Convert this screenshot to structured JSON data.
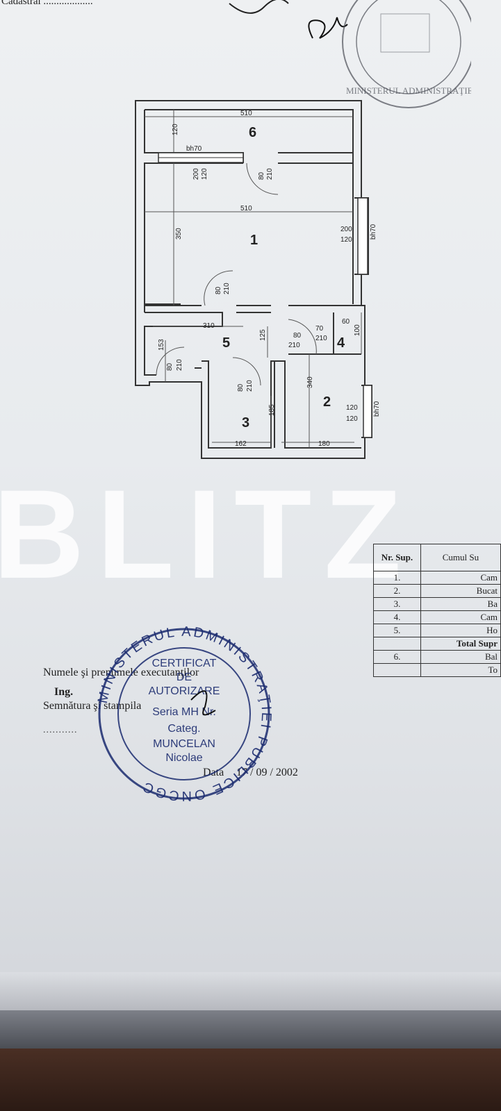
{
  "header": {
    "cadastral_label": "Cadastral ..................."
  },
  "plan": {
    "rooms": [
      "6",
      "1",
      "5",
      "4",
      "2",
      "3"
    ],
    "dims": {
      "top_width": "510",
      "mid_width": "510",
      "left_height_top": "120",
      "window_top": "bh70",
      "door1_w": "200",
      "door1_h": "120",
      "door2_w": "80",
      "door2_h": "210",
      "room1_height": "350",
      "win_right_w": "200",
      "win_right_h": "120",
      "win_right_label": "bh70",
      "door3_w": "80",
      "door3_h": "210",
      "hall_width": "310",
      "hall_h": "125",
      "door4_w": "80",
      "door4_h": "210",
      "d70": "70",
      "d210": "210",
      "d60": "60",
      "d100": "100",
      "left_153": "153",
      "door5_w": "80",
      "door5_h": "210",
      "door6_w": "80",
      "door6_h": "210",
      "h340": "340",
      "h185": "185",
      "win2_w": "120",
      "win2_h": "120",
      "win2_label": "bh70",
      "w162": "162",
      "w180": "180"
    }
  },
  "watermark": "BLITZ",
  "table": {
    "headers": [
      "Nr. Sup.",
      "Cumul Su"
    ],
    "rows": [
      [
        "1.",
        "Cam"
      ],
      [
        "2.",
        "Bucat"
      ],
      [
        "3.",
        "Ba"
      ],
      [
        "4.",
        "Cam"
      ],
      [
        "5.",
        "Ho"
      ],
      [
        "",
        "Total Supr"
      ],
      [
        "6.",
        "Bal"
      ],
      [
        "",
        "To"
      ]
    ]
  },
  "signature": {
    "name_label": "Numele şi prenumele executanţilor",
    "ing_label": "Ing.",
    "sign_label": "Semnătura şi stampila",
    "dots": "...........",
    "date_label": "Data",
    "date_value": "17 / 09 / 2002"
  },
  "stamp_main": {
    "outer_text": "MINISTERUL ADMINISTRAŢIEI PUBLICE  ONCGC",
    "lines": [
      "CERTIFICAT",
      "DE",
      "AUTORIZARE",
      "Seria  MH  Nr.",
      "Categ.",
      "MUNCELAN",
      "Nicolae"
    ]
  },
  "stamp_top": {
    "text": "MINISTERUL ADMINISTRAŢIEI  ONCGC"
  },
  "colors": {
    "paper": "#e8ebee",
    "ink": "#222222",
    "stamp_ink": "#1a2a6e",
    "watermark": "#ffffff"
  }
}
